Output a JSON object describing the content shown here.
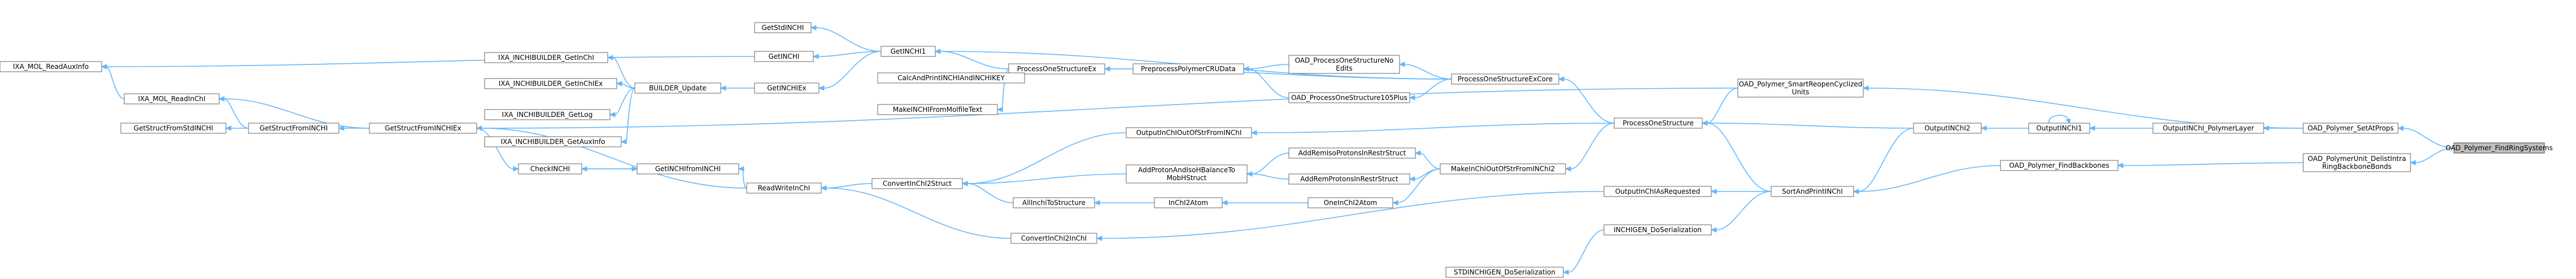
{
  "graph": {
    "accent_color": "#63b8ff",
    "nodes": [
      {
        "id": "n_find",
        "label": "OAD_Polymer_FindRingSystems",
        "root": true
      },
      {
        "id": "n_setat",
        "label": "OAD_Polymer_SetAtProps"
      },
      {
        "id": "n_smart",
        "label": "OAD_Polymer_SmartReopenCyclized\nUnits"
      },
      {
        "id": "n_unitdel",
        "label": "OAD_PolymerUnit_DelistIntra\nRingBackboneBonds"
      },
      {
        "id": "n_outpl",
        "label": "OutputINChI_PolymerLayer"
      },
      {
        "id": "n_findbb",
        "label": "OAD_Polymer_FindBackbones"
      },
      {
        "id": "n_outinchi1",
        "label": "OutputINChI1"
      },
      {
        "id": "n_outinchi2",
        "label": "OutputINChI2"
      },
      {
        "id": "n_sortpr",
        "label": "SortAndPrintINChI"
      },
      {
        "id": "n_procone",
        "label": "ProcessOneStructure"
      },
      {
        "id": "n_outasreq",
        "label": "OutputInChIAsRequested"
      },
      {
        "id": "n_inchigen",
        "label": "INCHIGEN_DoSerialization"
      },
      {
        "id": "n_stdgen",
        "label": "STDINCHIGEN_DoSerialization"
      },
      {
        "id": "n_proconeex",
        "label": "ProcessOneStructureExCore"
      },
      {
        "id": "n_makeout",
        "label": "MakeInChIOutOfStrFromINChI2"
      },
      {
        "id": "n_addremiso",
        "label": "AddRemIsoProtonsInRestrStruct"
      },
      {
        "id": "n_addremprot",
        "label": "AddRemProtonsInRestrStruct"
      },
      {
        "id": "n_oneinchi",
        "label": "OneInChI2Atom"
      },
      {
        "id": "n_oadedits",
        "label": "OAD_ProcessOneStructureNo\nEdits"
      },
      {
        "id": "n_oad105",
        "label": "OAD_ProcessOneStructure105Plus"
      },
      {
        "id": "n_outofstr",
        "label": "OutputInChIOutOfStrFromINChI"
      },
      {
        "id": "n_addproton",
        "label": "AddProtonAndIsoHBalanceTo\nMobHStruct"
      },
      {
        "id": "n_inchi2atom",
        "label": "InChI2Atom"
      },
      {
        "id": "n_allinchi",
        "label": "AllInchiToStructure"
      },
      {
        "id": "n_convinchi",
        "label": "ConvertInChI2InChI"
      },
      {
        "id": "n_convstruct",
        "label": "ConvertInChI2Struct"
      },
      {
        "id": "n_prepcru",
        "label": "PreprocessPolymerCRUData"
      },
      {
        "id": "n_procex",
        "label": "ProcessOneStructureEx"
      },
      {
        "id": "n_getinchi1",
        "label": "GetINCHI1"
      },
      {
        "id": "n_getstdinchi",
        "label": "GetStdINCHI"
      },
      {
        "id": "n_getinchi",
        "label": "GetINCHI"
      },
      {
        "id": "n_getinchiex",
        "label": "GetINCHIEx"
      },
      {
        "id": "n_calcprint",
        "label": "CalcAndPrintINCHIAndINCHIKEY"
      },
      {
        "id": "n_makemol",
        "label": "MakeINCHIFromMolfileText"
      },
      {
        "id": "n_readwrite",
        "label": "ReadWriteInChI"
      },
      {
        "id": "n_getfrominchi",
        "label": "GetINCHIfromINCHI"
      },
      {
        "id": "n_checkinchi",
        "label": "CheckINCHI"
      },
      {
        "id": "n_getstructex",
        "label": "GetStructFromINCHIEx"
      },
      {
        "id": "n_getstruct",
        "label": "GetStructFromINCHI"
      },
      {
        "id": "n_getstructstd",
        "label": "GetStructFromStdINCHI"
      },
      {
        "id": "n_readinchi",
        "label": "IXA_MOL_ReadInChI"
      },
      {
        "id": "n_readaux",
        "label": "IXA_MOL_ReadAuxInfo"
      },
      {
        "id": "n_builder",
        "label": "BUILDER_Update"
      },
      {
        "id": "n_getinchiixa",
        "label": "IXA_INCHIBUILDER_GetInChI"
      },
      {
        "id": "n_getinchiexixa",
        "label": "IXA_INCHIBUILDER_GetInChIEx"
      },
      {
        "id": "n_getlog",
        "label": "IXA_INCHIBUILDER_GetLog"
      },
      {
        "id": "n_getauxixa",
        "label": "IXA_INCHIBUILDER_GetAuxInfo"
      }
    ],
    "edges": [
      [
        "n_setat",
        "n_find"
      ],
      [
        "n_unitdel",
        "n_find"
      ],
      [
        "n_smart",
        "n_setat"
      ],
      [
        "n_outpl",
        "n_setat"
      ],
      [
        "n_procone",
        "n_smart"
      ],
      [
        "n_getstructex",
        "n_smart"
      ],
      [
        "n_findbb",
        "n_unitdel"
      ],
      [
        "n_outinchi1",
        "n_outpl"
      ],
      [
        "n_sortpr",
        "n_findbb"
      ],
      [
        "n_outinchi1",
        "n_outinchi1"
      ],
      [
        "n_outinchi2",
        "n_outinchi1"
      ],
      [
        "n_sortpr",
        "n_outinchi2"
      ],
      [
        "n_procone",
        "n_outinchi2"
      ],
      [
        "n_procone",
        "n_sortpr"
      ],
      [
        "n_outasreq",
        "n_sortpr"
      ],
      [
        "n_inchigen",
        "n_sortpr"
      ],
      [
        "n_stdgen",
        "n_inchigen"
      ],
      [
        "n_convinchi",
        "n_outasreq"
      ],
      [
        "n_proconeex",
        "n_procone"
      ],
      [
        "n_makeout",
        "n_procone"
      ],
      [
        "n_outofstr",
        "n_procone"
      ],
      [
        "n_oadedits",
        "n_proconeex"
      ],
      [
        "n_oad105",
        "n_proconeex"
      ],
      [
        "n_procex",
        "n_proconeex"
      ],
      [
        "n_getinchi1",
        "n_proconeex"
      ],
      [
        "n_addremiso",
        "n_makeout"
      ],
      [
        "n_addremprot",
        "n_makeout"
      ],
      [
        "n_oneinchi",
        "n_makeout"
      ],
      [
        "n_addproton",
        "n_addremiso"
      ],
      [
        "n_addproton",
        "n_addremprot"
      ],
      [
        "n_inchi2atom",
        "n_oneinchi"
      ],
      [
        "n_allinchi",
        "n_inchi2atom"
      ],
      [
        "n_convstruct",
        "n_allinchi"
      ],
      [
        "n_convstruct",
        "n_addproton"
      ],
      [
        "n_convstruct",
        "n_outofstr"
      ],
      [
        "n_readwrite",
        "n_convstruct"
      ],
      [
        "n_readwrite",
        "n_convinchi"
      ],
      [
        "n_prepcru",
        "n_oadedits"
      ],
      [
        "n_prepcru",
        "n_oad105"
      ],
      [
        "n_procex",
        "n_prepcru"
      ],
      [
        "n_getinchi1",
        "n_procex"
      ],
      [
        "n_calcprint",
        "n_procex"
      ],
      [
        "n_makemol",
        "n_procex"
      ],
      [
        "n_getstdinchi",
        "n_getinchi1"
      ],
      [
        "n_getinchi",
        "n_getinchi1"
      ],
      [
        "n_getinchiex",
        "n_getinchi1"
      ],
      [
        "n_builder",
        "n_getinchiex"
      ],
      [
        "n_readaux",
        "n_getinchi"
      ],
      [
        "n_getinchiixa",
        "n_builder"
      ],
      [
        "n_getinchiexixa",
        "n_builder"
      ],
      [
        "n_getlog",
        "n_builder"
      ],
      [
        "n_getauxixa",
        "n_builder"
      ],
      [
        "n_getfrominchi",
        "n_readwrite"
      ],
      [
        "n_getstructex",
        "n_readwrite"
      ],
      [
        "n_checkinchi",
        "n_getfrominchi"
      ],
      [
        "n_getfrominchi",
        "n_checkinchi"
      ],
      [
        "n_getstruct",
        "n_getstructex"
      ],
      [
        "n_readinchi",
        "n_getstructex"
      ],
      [
        "n_readaux",
        "n_readinchi"
      ],
      [
        "n_checkinchi",
        "n_getstructex"
      ],
      [
        "n_getstructstd",
        "n_getstruct"
      ],
      [
        "n_readinchi",
        "n_getstruct"
      ]
    ]
  }
}
